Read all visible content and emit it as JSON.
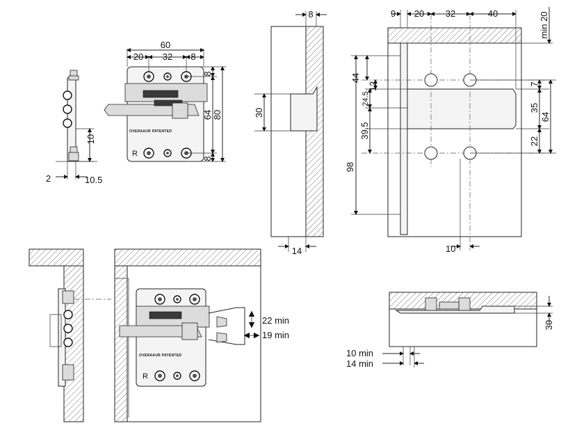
{
  "side_view": {
    "dim_height": "10",
    "dim_thickness": "2",
    "dim_offset": "10.5"
  },
  "front_view": {
    "dim_width": "60",
    "dim_left": "20",
    "dim_spacing": "32",
    "dim_right": "8",
    "dim_top": "8",
    "dim_holes": "64",
    "dim_height": "80",
    "dim_bottom": "8",
    "stamp": "OVERAAUR PATENTED",
    "side_mark": "R"
  },
  "section_view": {
    "dim_wall": "8",
    "dim_height": "30",
    "dim_panel": "14"
  },
  "drilling_view": {
    "dim_edge": "9",
    "dim_first": "20",
    "dim_spacing": "32",
    "dim_last": "40",
    "dim_min": "min 20",
    "dim_upper": "44",
    "dim_top_off": "12",
    "dim_slot": "24.5",
    "dim_lower": "39.5",
    "dim_total": "98",
    "dim_right_top": "7",
    "dim_right_mid": "35",
    "dim_right_total": "64",
    "dim_right_low": "22",
    "dim_bottom": "10"
  },
  "adjust_view": {
    "vertical_adjust": "22 min",
    "horizontal_adjust": "19 min",
    "stamp": "OVERAAUR PATENTED",
    "side_mark": "R"
  },
  "top_view": {
    "dim_min_a": "10 min",
    "dim_min_b": "14 min",
    "dim_depth": "30"
  }
}
